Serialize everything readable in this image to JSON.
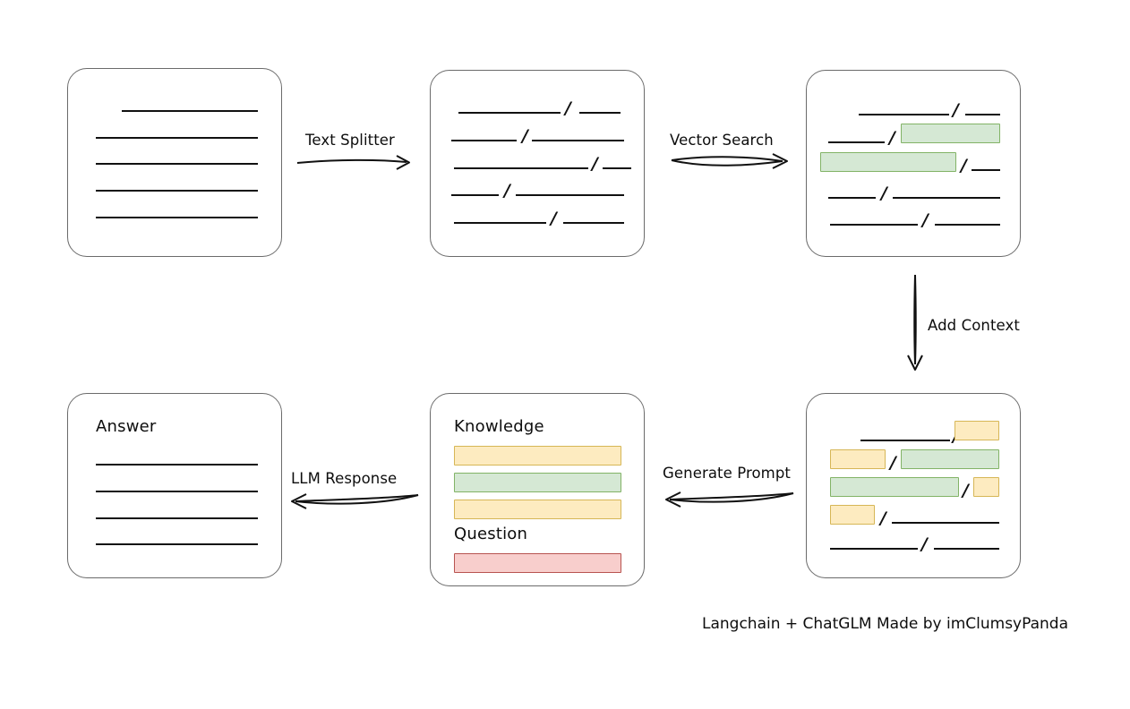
{
  "diagram": {
    "title_note": "Langchain + ChatGLM Made by imClumsyPanda",
    "nodes": {
      "source_document": {
        "name": "source-document",
        "label": "",
        "lines": 5
      },
      "split_chunks": {
        "name": "split-chunks",
        "label": ""
      },
      "vector_match": {
        "name": "vector-search-results",
        "label": ""
      },
      "context_added": {
        "name": "context-added-chunks",
        "label": ""
      },
      "prompt": {
        "name": "generated-prompt",
        "knowledge_label": "Knowledge",
        "question_label": "Question"
      },
      "answer": {
        "name": "answer-document",
        "label": "Answer",
        "lines": 4
      }
    },
    "edges": [
      {
        "id": "text-splitter",
        "label": "Text Splitter",
        "direction": "right"
      },
      {
        "id": "vector-search",
        "label": "Vector Search",
        "direction": "right"
      },
      {
        "id": "add-context",
        "label": "Add Context",
        "direction": "down"
      },
      {
        "id": "generate-prompt",
        "label": "Generate Prompt",
        "direction": "left"
      },
      {
        "id": "llm-response",
        "label": "LLM Response",
        "direction": "left"
      }
    ],
    "colors": {
      "green_fill": "#d5e8d4",
      "green_stroke": "#82b366",
      "yellow_fill": "#fdebc0",
      "yellow_stroke": "#d6b656",
      "red_fill": "#f8cecc",
      "red_stroke": "#b85450",
      "box_stroke": "#6b6b6b",
      "line_stroke": "#111111"
    }
  }
}
